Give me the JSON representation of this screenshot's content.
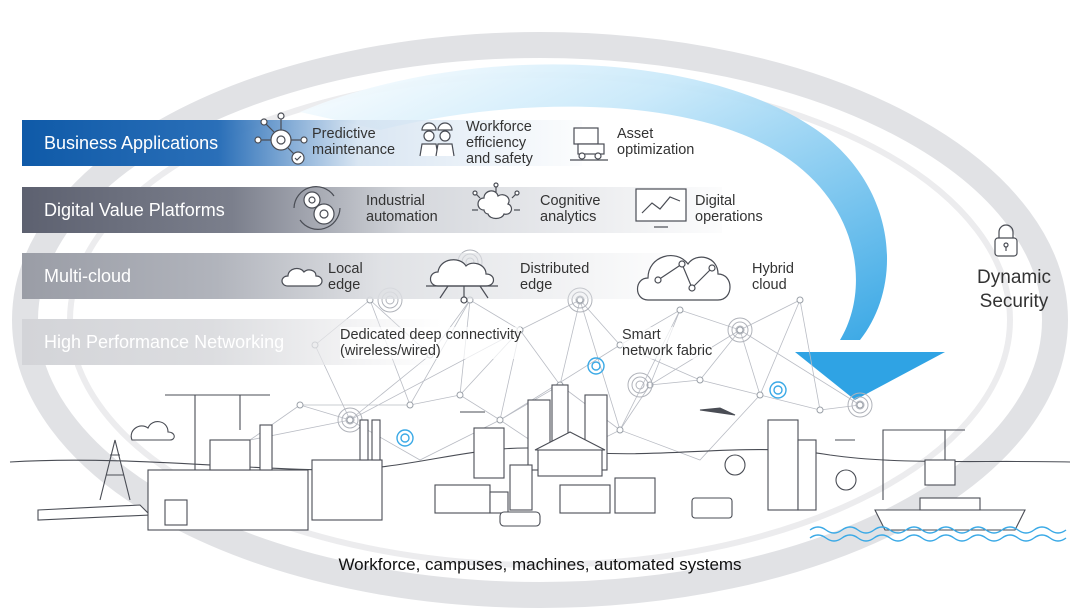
{
  "layers": [
    {
      "label": "Business Applications"
    },
    {
      "label": "Digital Value Platforms"
    },
    {
      "label": "Multi-cloud"
    },
    {
      "label": "High Performance Networking"
    }
  ],
  "business_items": [
    {
      "label": "Predictive\nmaintenance",
      "icon": "gear-network-icon"
    },
    {
      "label": "Workforce\nefficiency\nand safety",
      "icon": "workers-icon"
    },
    {
      "label": "Asset\noptimization",
      "icon": "truck-icon"
    }
  ],
  "platform_items": [
    {
      "label": "Industrial\nautomation",
      "icon": "gears-icon"
    },
    {
      "label": "Cognitive\nanalytics",
      "icon": "brain-icon"
    },
    {
      "label": "Digital\noperations",
      "icon": "monitor-chart-icon"
    }
  ],
  "cloud_items": [
    {
      "label": "Local\nedge",
      "icon": "cloud-icon"
    },
    {
      "label": "Distributed\nedge",
      "icon": "distributed-cloud-icon"
    },
    {
      "label": "Hybrid\ncloud",
      "icon": "hybrid-cloud-icon"
    }
  ],
  "network_items": [
    {
      "label": "Dedicated deep connectivity\n(wireless/wired)"
    },
    {
      "label": "Smart\nnetwork fabric"
    }
  ],
  "security": {
    "label": "Dynamic\nSecurity",
    "icon": "padlock-icon"
  },
  "caption": "Workforce, campuses, machines, automated systems",
  "colors": {
    "blue": "#0f5aa8",
    "arrow": "#3aa9e6",
    "ring": "#dcdde0",
    "dark": "#5d6170"
  }
}
